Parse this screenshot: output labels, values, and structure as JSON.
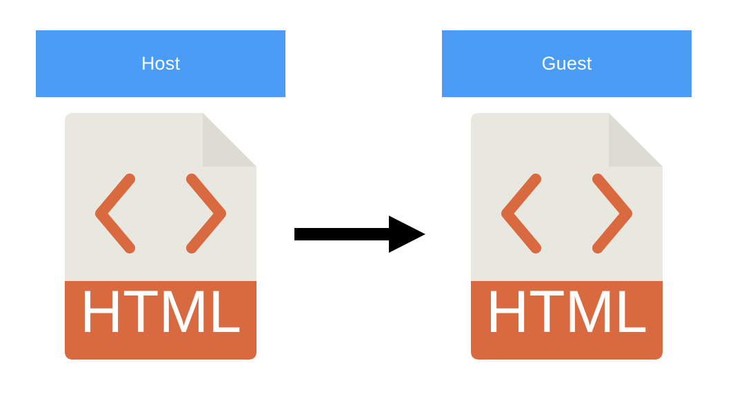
{
  "diagram": {
    "background_color": "#ffffff",
    "title_hidden": "",
    "columns": [
      {
        "id": "host",
        "header_label": "Host",
        "header_color": "#4a9cf5",
        "header_text_color": "#ffffff",
        "icon": {
          "name": "html-file-icon",
          "body_color": "#e8e8e0",
          "fold_color": "#dcdcd3",
          "accent_color": "#d9693f",
          "banner_label": "HTML",
          "banner_text_color": "#ffffff",
          "code_glyph_left": "<",
          "code_glyph_right": ">"
        }
      },
      {
        "id": "guest",
        "header_label": "Guest",
        "header_color": "#4a9cf5",
        "header_text_color": "#ffffff",
        "icon": {
          "name": "html-file-icon",
          "body_color": "#e8e8e0",
          "fold_color": "#dcdcd3",
          "accent_color": "#d9693f",
          "banner_label": "HTML",
          "banner_text_color": "#ffffff",
          "code_glyph_left": "<",
          "code_glyph_right": ">"
        }
      }
    ],
    "connector": {
      "name": "right-arrow",
      "color": "#000000",
      "direction": "right",
      "label": ""
    }
  }
}
